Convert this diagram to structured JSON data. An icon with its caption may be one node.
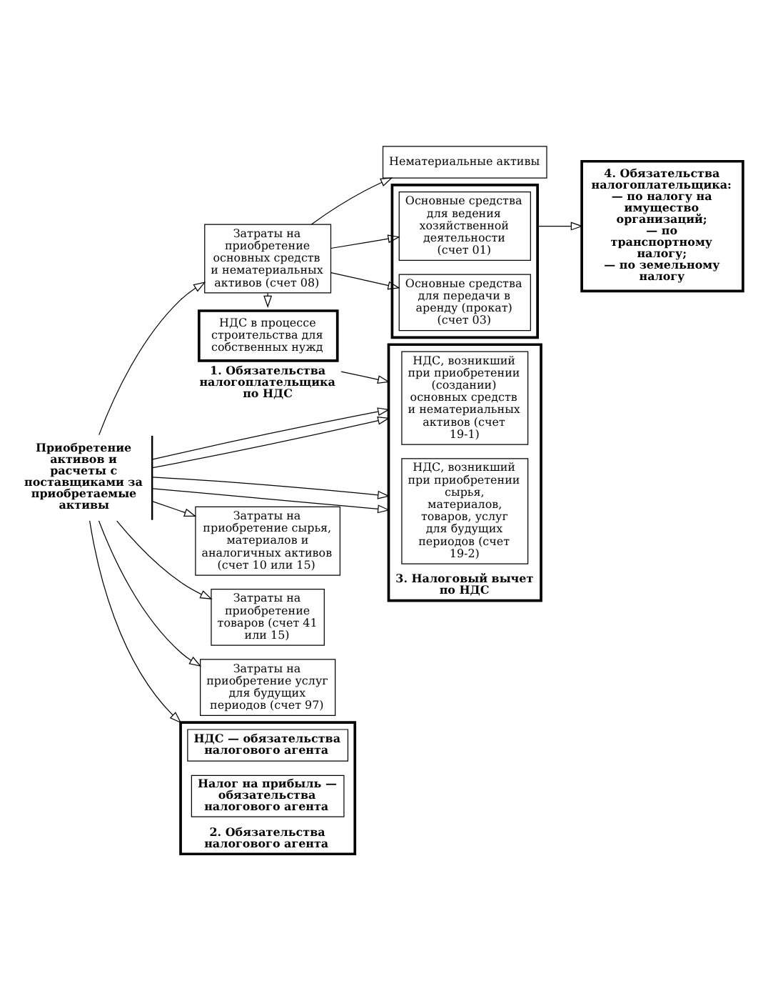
{
  "diagram": {
    "nodes": [
      {
        "text": [
          "Приобретение активов и расчеты с поставщиками за приобретаемые активы"
        ]
      },
      {
        "text": [
          "Затраты на приобретение основных средств и нематериальных активов (счет 08)"
        ]
      },
      {
        "text": [
          "Нематериальные активы"
        ]
      },
      {
        "text": [],
        "shape": "box"
      },
      {
        "text": [
          "Основные средства для ведения хозяйственной деятельности (счет 01)"
        ],
        "in": 3
      },
      {
        "text": [
          "Основные средства для передачи в аренду (прокат) (счет 03)"
        ],
        "in": 3
      },
      {
        "text": [
          "НДС в процессе строительства для собственных нужд",
          "1. Обязательства налогоплательщика по НДС"
        ]
      },
      {
        "text": [
          "3. Налоговый вычет по НДС"
        ]
      },
      {
        "text": [
          "НДС, возникший при приобретении (создании) основных средств и нематериальных активов (счет 19-1)"
        ],
        "in": 7
      },
      {
        "text": [
          "НДС, возникший при приобретении сырья, материалов, товаров, услуг для будущих периодов (счет 19-2)"
        ],
        "in": 7
      },
      {
        "text": [
          "4. Обязательства налогоплательщика:",
          "— по налогу на имущество организаций;",
          "— по транспортному налогу;",
          "— по земельному налогу"
        ]
      },
      {
        "text": [
          "Затраты на приобретение сырья, материалов и аналогичных активов (счет 10 или 15)"
        ]
      },
      {
        "text": [
          "Затраты на приобретение товаров (счет 41 или 15)"
        ]
      },
      {
        "text": [
          "Затраты на приобретение услуг для будущих периодов (счет 97)"
        ]
      },
      {
        "text": [
          "2. Обязательства налогового агента"
        ]
      },
      {
        "text": [
          "НДС — обязательства налогового агента"
        ],
        "in": 14
      },
      {
        "text": [
          "Налог на прибыль — обязательства налогового агента"
        ],
        "in": 14
      }
    ],
    "edges": [
      {
        "from": 1,
        "to": 2,
        "arrow": "to"
      },
      {
        "from": 0,
        "to": 1,
        "arrow": "to"
      },
      {
        "from": 1,
        "to": 4,
        "arrow": "to"
      },
      {
        "from": 1,
        "to": 5,
        "arrow": "to"
      },
      {
        "from": 1,
        "to": 6,
        "arrow": "to"
      },
      {
        "from": 3,
        "to": 10,
        "arrow": "to"
      },
      {
        "from": 6,
        "to": 7,
        "arrow": "to"
      },
      {
        "from": 0,
        "to": 7,
        "arrow": "to"
      },
      {
        "from": 0,
        "to": 11,
        "arrow": "to"
      },
      {
        "from": 0,
        "to": 7,
        "arrow": "to"
      },
      {
        "from": 0,
        "to": 12,
        "arrow": "to"
      },
      {
        "from": 0,
        "to": 7,
        "arrow": "to"
      },
      {
        "from": 0,
        "to": 13,
        "arrow": "to"
      },
      {
        "from": 0,
        "to": 7,
        "arrow": "to"
      },
      {
        "from": 0,
        "to": 14,
        "arrow": "to"
      }
    ]
  }
}
